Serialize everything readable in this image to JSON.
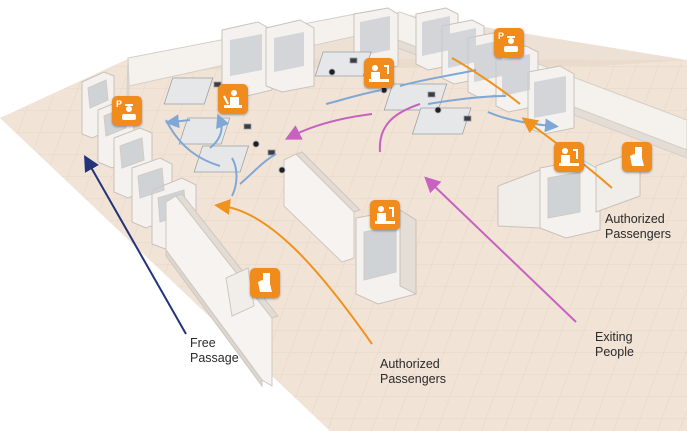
{
  "labels": {
    "free_passage_line1": "Free",
    "free_passage_line2": "Passage",
    "authorized_bottom_line1": "Authorized",
    "authorized_bottom_line2": "Passengers",
    "authorized_right_line1": "Authorized",
    "authorized_right_line2": "Passengers",
    "exiting_line1": "Exiting",
    "exiting_line2": "People"
  },
  "icons": {
    "parking_letter": "P",
    "types": [
      "parking-officer-icon",
      "officer-document-icon",
      "document-hand-icon"
    ]
  },
  "flow_colors": {
    "free_passage": "#24347a",
    "authorized": "#f0921e",
    "exiting": "#c862c0",
    "internal": "#7fa8d6"
  },
  "colors": {
    "floor": "#f1e3d6",
    "wall": "#f5f2ee",
    "icon_bg": "#f08c1e"
  }
}
